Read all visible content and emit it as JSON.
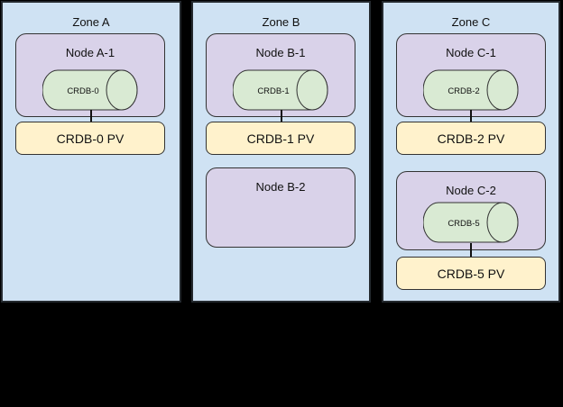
{
  "diagram": {
    "description": "Three-zone topology diagram with database nodes and persistent volumes",
    "colors": {
      "background": "#000000",
      "zone_fill": "#cfe2f3",
      "node_fill": "#d9d2e9",
      "cylinder_fill": "#d9ead3",
      "pv_fill": "#fff2cc",
      "border": "#333333",
      "text": "#111111"
    },
    "zones": [
      {
        "title": "Zone A",
        "nodes": [
          {
            "title": "Node A-1",
            "cylinder": "CRDB-0",
            "pv_label": "CRDB-0 PV"
          }
        ]
      },
      {
        "title": "Zone B",
        "nodes": [
          {
            "title": "Node B-1",
            "cylinder": "CRDB-1",
            "pv_label": "CRDB-1 PV"
          },
          {
            "title": "Node B-2"
          }
        ]
      },
      {
        "title": "Zone C",
        "nodes": [
          {
            "title": "Node C-1",
            "cylinder": "CRDB-2",
            "pv_label": "CRDB-2 PV"
          },
          {
            "title": "Node C-2",
            "cylinder": "CRDB-5",
            "pv_label": "CRDB-5 PV"
          }
        ]
      }
    ]
  }
}
